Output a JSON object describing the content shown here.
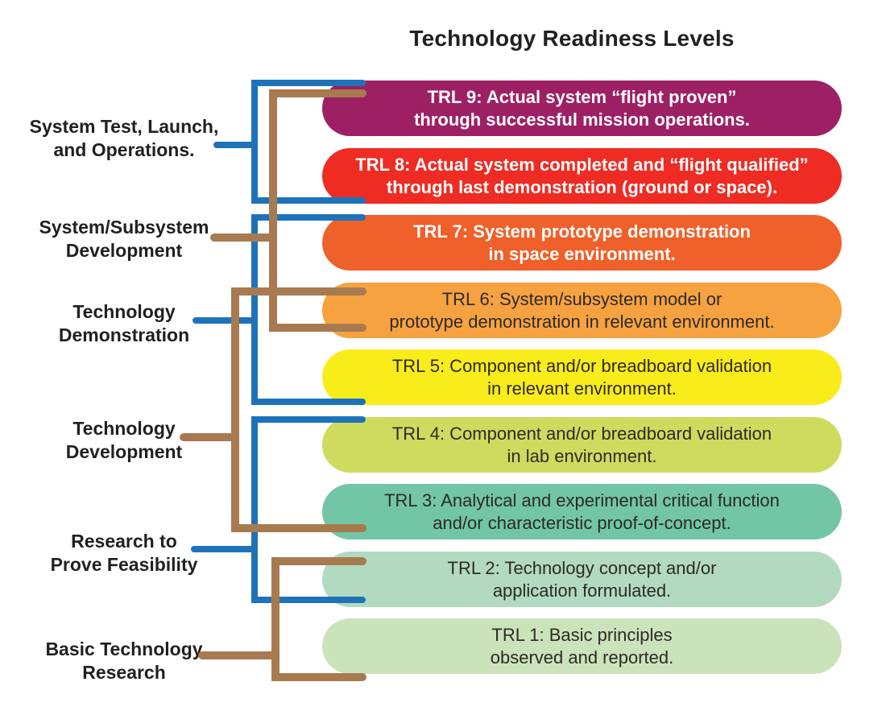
{
  "title": "Technology Readiness Levels",
  "colors": {
    "blue_bracket": "#1E73B8",
    "brown_bracket": "#A87A50",
    "title_text": "#231F20",
    "label_text": "#231F20",
    "background": "#FFFFFF"
  },
  "trl_levels": [
    {
      "id": "TRL 9",
      "line1": "TRL 9: Actual system “flight proven”",
      "line2": "through successful mission operations.",
      "color": "#9D2064",
      "text_color": "#FFFFFF"
    },
    {
      "id": "TRL 8",
      "line1": "TRL 8: Actual system completed and “flight qualified”",
      "line2": "through last demonstration (ground or space).",
      "color": "#EE2C24",
      "text_color": "#FFFFFF"
    },
    {
      "id": "TRL 7",
      "line1": "TRL 7: System prototype demonstration",
      "line2": "in space environment.",
      "color": "#F0602A",
      "text_color": "#FFFFFF"
    },
    {
      "id": "TRL 6",
      "line1": "TRL 6: System/subsystem model or",
      "line2": "prototype demonstration in relevant environment.",
      "color": "#F7A241",
      "text_color": "#2D2A26"
    },
    {
      "id": "TRL 5",
      "line1": "TRL 5: Component and/or breadboard validation",
      "line2": "in relevant environment.",
      "color": "#F9EC1B",
      "text_color": "#2D2A26"
    },
    {
      "id": "TRL 4",
      "line1": "TRL 4: Component and/or breadboard validation",
      "line2": "in lab environment.",
      "color": "#CFDB5E",
      "text_color": "#2D2A26"
    },
    {
      "id": "TRL 3",
      "line1": "TRL 3: Analytical and experimental critical function",
      "line2": "and/or characteristic proof-of-concept.",
      "color": "#72C6A5",
      "text_color": "#2D2A26"
    },
    {
      "id": "TRL 2",
      "line1": "TRL 2: Technology concept and/or",
      "line2": "application formulated.",
      "color": "#B1DAC1",
      "text_color": "#2D2A26"
    },
    {
      "id": "TRL 1",
      "line1": "TRL 1: Basic principles",
      "line2": "observed and reported.",
      "color": "#CBE3BA",
      "text_color": "#2D2A26"
    }
  ],
  "phase_labels": [
    {
      "line1": "System Test, Launch,",
      "line2": "and Operations.",
      "bracket": "blue"
    },
    {
      "line1": "System/Subsystem",
      "line2": "Development",
      "bracket": "brown"
    },
    {
      "line1": "Technology",
      "line2": "Demonstration",
      "bracket": "blue"
    },
    {
      "line1": "Technology",
      "line2": "Development",
      "bracket": "brown"
    },
    {
      "line1": "Research to",
      "line2": "Prove Feasibility",
      "bracket": "blue"
    },
    {
      "line1": "Basic Technology",
      "line2": "Research",
      "bracket": "brown"
    }
  ]
}
